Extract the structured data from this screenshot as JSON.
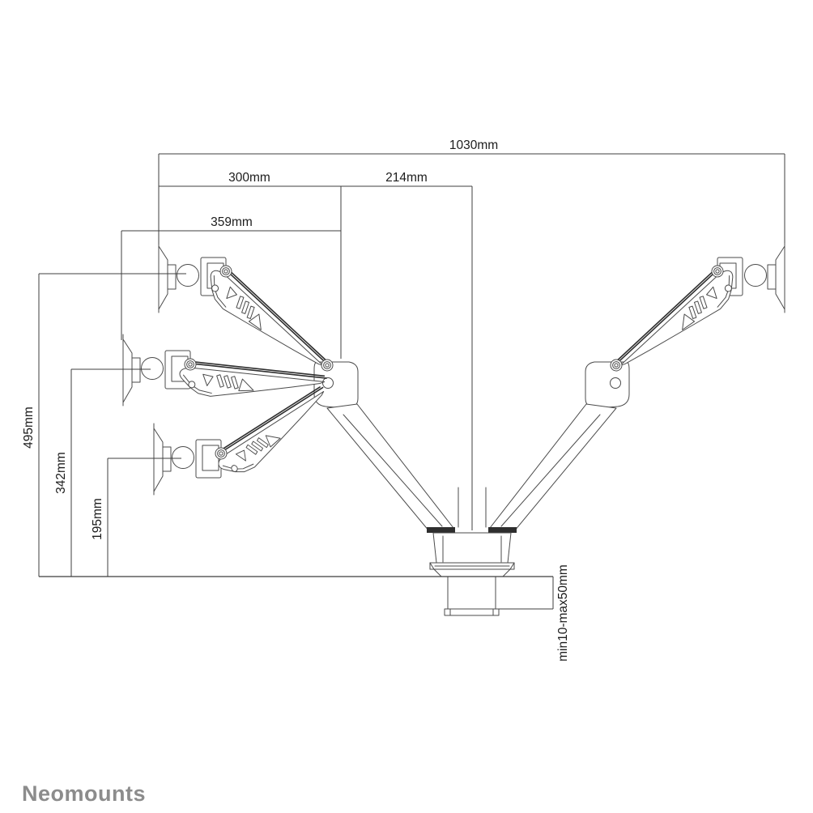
{
  "figure": {
    "type": "technical-dimension-drawing",
    "subject": "dual-monitor desk mount arm shown in three height positions with desk clamp"
  },
  "dimensions": {
    "total_width": "1030mm",
    "horizontal_reach_upper": "300mm",
    "center_offset": "214mm",
    "max_reach": "359mm",
    "max_height": "495mm",
    "mid_height": "342mm",
    "min_height": "195mm",
    "desk_thickness_range": "min10-max50mm"
  },
  "logo": {
    "text": "Neomounts"
  },
  "colors": {
    "background": "#ffffff",
    "drawing_line": "#4b4b4b",
    "dimension_line": "#3f3f3f",
    "dark_accent": "#2e2e2e",
    "label_text": "#1c1c1c",
    "logo_gray": "#8c8c8c"
  }
}
